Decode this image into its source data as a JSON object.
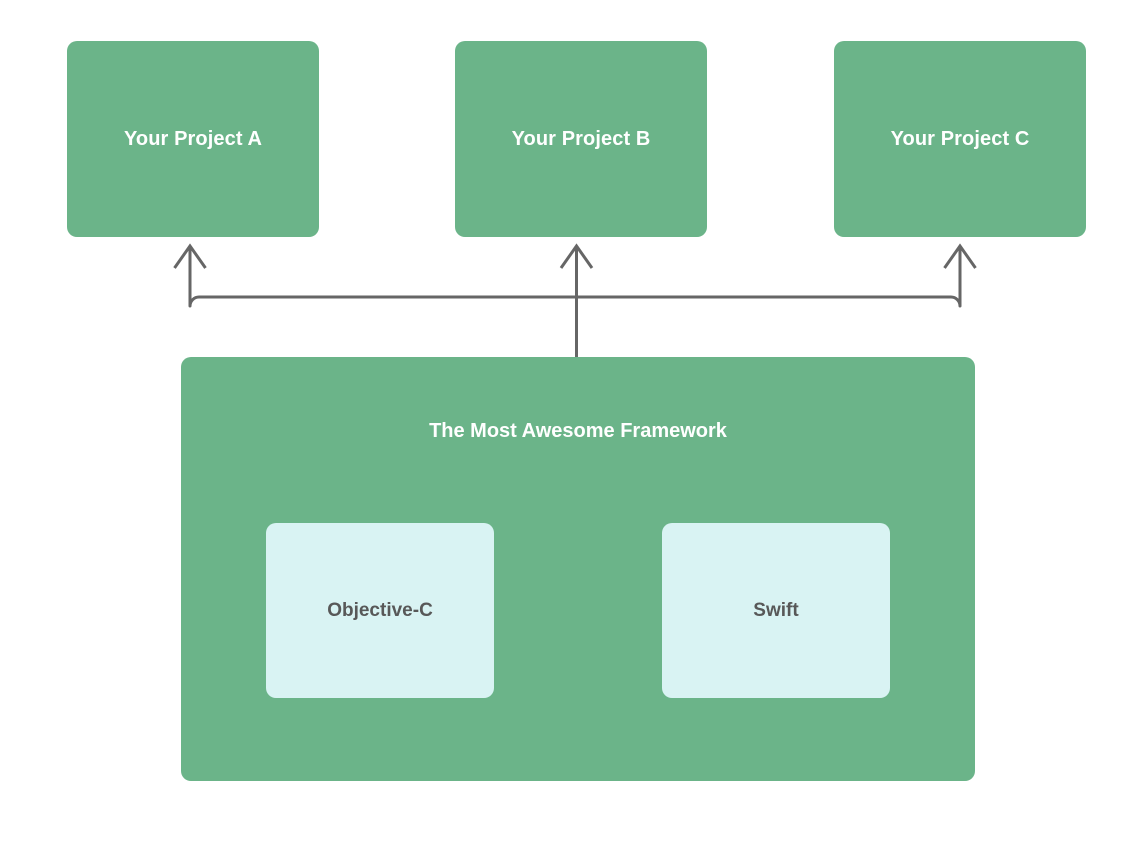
{
  "diagram": {
    "title": "Framework dependency diagram",
    "background_color": "#ffffff",
    "node_color": "#6BB489",
    "inner_node_color": "#D9F3F3",
    "edge_color": "#666666",
    "node_label_color": "#ffffff",
    "inner_label_color": "#585858"
  },
  "projects": [
    {
      "id": "project-a",
      "label": "Your Project A"
    },
    {
      "id": "project-b",
      "label": "Your Project B"
    },
    {
      "id": "project-c",
      "label": "Your Project C"
    }
  ],
  "framework": {
    "label": "The Most Awesome Framework",
    "languages": [
      {
        "id": "objective-c",
        "label": "Objective-C"
      },
      {
        "id": "swift",
        "label": "Swift"
      }
    ]
  },
  "edges": [
    {
      "id": "framework-to-project-a",
      "from": "The Most Awesome Framework",
      "to": "Your Project A",
      "arrow": "up"
    },
    {
      "id": "framework-to-project-b",
      "from": "The Most Awesome Framework",
      "to": "Your Project B",
      "arrow": "up"
    },
    {
      "id": "framework-to-project-c",
      "from": "The Most Awesome Framework",
      "to": "Your Project C",
      "arrow": "up"
    },
    {
      "id": "objective-c-to-swift",
      "from": "Objective-C",
      "to": "Swift",
      "arrow": "right"
    }
  ]
}
